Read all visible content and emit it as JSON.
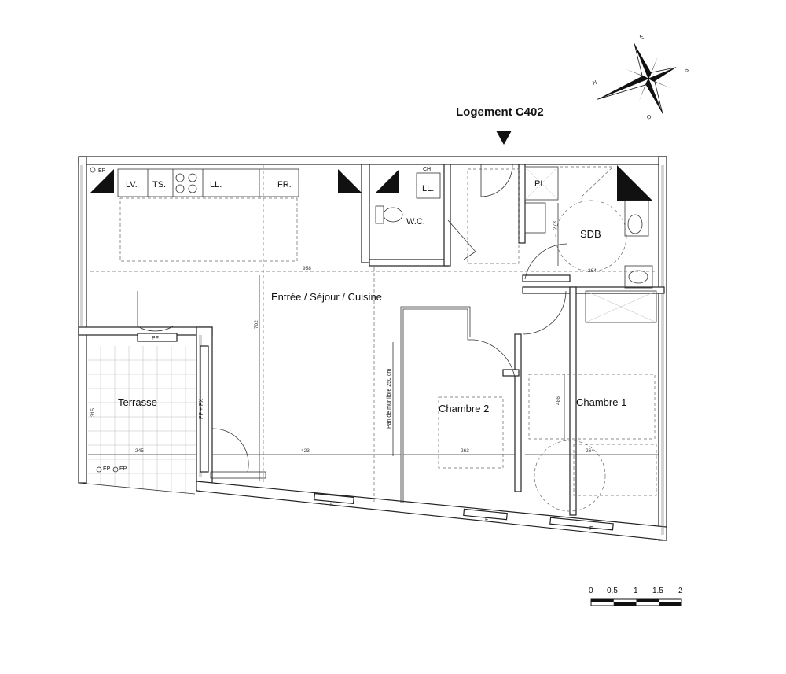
{
  "title": "Logement C402",
  "compass": {
    "n": "N",
    "e": "E",
    "s": "S",
    "o": "O"
  },
  "rooms": {
    "sejour": "Entrée / Séjour / Cuisine",
    "terrasse": "Terrasse",
    "chambre1": "Chambre 1",
    "chambre2": "Chambre 2",
    "sdb": "SDB",
    "wc": "W.C."
  },
  "fixtures": {
    "lv": "LV.",
    "ts": "TS.",
    "ll": "LL.",
    "fr": "FR.",
    "ll_wc": "LL.",
    "ch": "CH",
    "pl": "PL.",
    "ep1": "EP",
    "ep2": "EP",
    "ep3": "EP",
    "pf": "PF",
    "pffx": "PF + FX",
    "f1": "F",
    "f2": "F",
    "f3": "F",
    "pan": "Pan de mur libre 250 cm"
  },
  "dimensions": {
    "d958": "958",
    "d702": "702",
    "d315": "315",
    "d245": "245",
    "d423": "423",
    "d263": "263",
    "d264a": "264",
    "d264b": "264",
    "d273": "273",
    "d486": "486"
  },
  "scale": {
    "labels": [
      "0",
      "0.5",
      "1",
      "1.5",
      "2"
    ]
  }
}
